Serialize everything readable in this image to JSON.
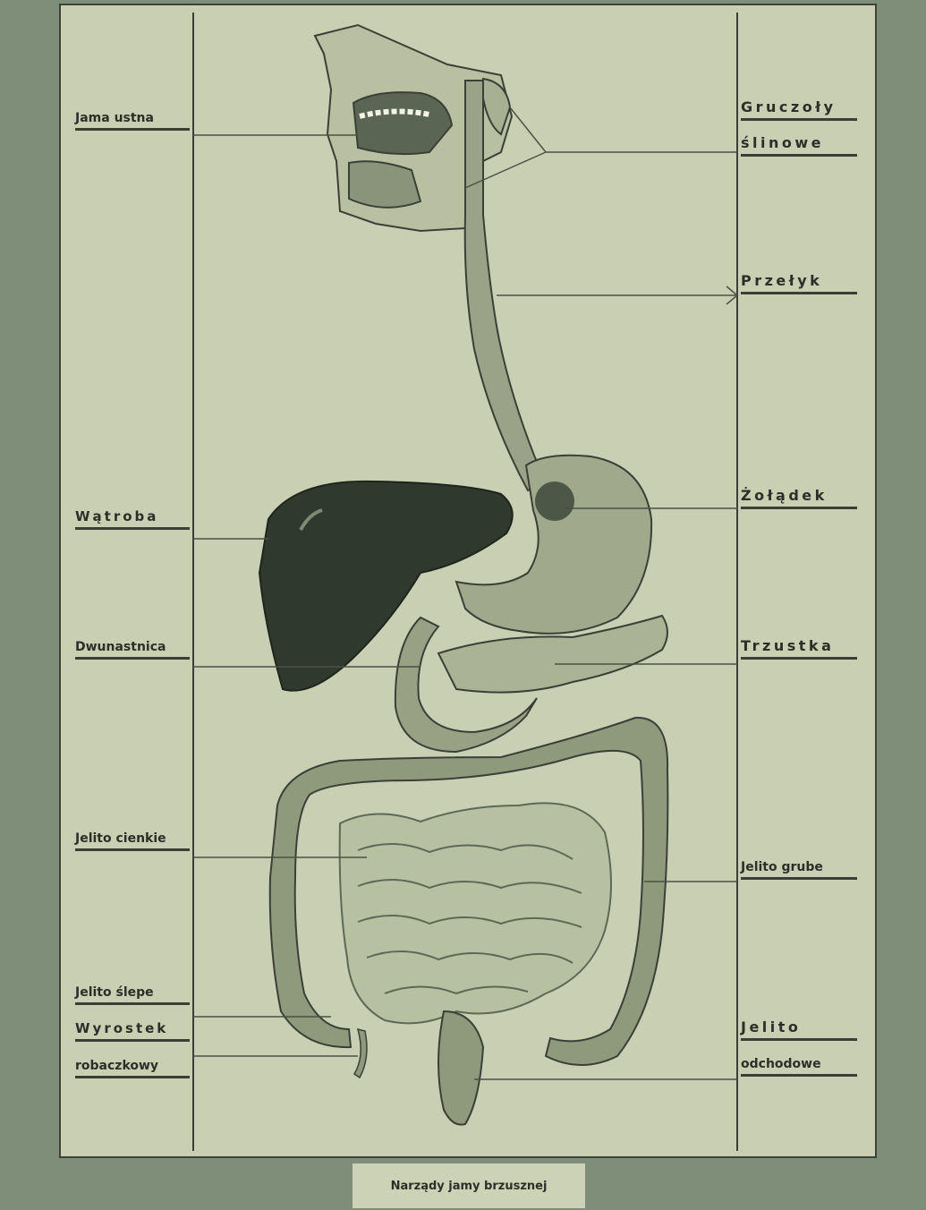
{
  "labels_left": {
    "jama_ustna": "Jama ustna",
    "watroba": "Wątroba",
    "dwunastnica": "Dwunastnica",
    "jelito_cienkie": "Jelito cienkie",
    "jelito_slepe": "Jelito ślepe",
    "wyrostek": "Wyrostek",
    "robaczkowy": "robaczkowy"
  },
  "labels_right": {
    "gruczoly": "Gruczoły",
    "slinowe": "ślinowe",
    "przelyk": "Przełyk",
    "zoladek": "Żołądek",
    "trzustka": "Trzustka",
    "jelito_grube": "Jelito grube",
    "jelito": "Jelito",
    "odchodowe": "odchodowe"
  },
  "caption": "Narządy jamy brzusznej",
  "colors": {
    "background": "#7f8e78",
    "paper": "#c9cfb2",
    "ink": "#2c2f28",
    "liver": "#2f3a2c",
    "intestine": "#a3ad8e"
  }
}
